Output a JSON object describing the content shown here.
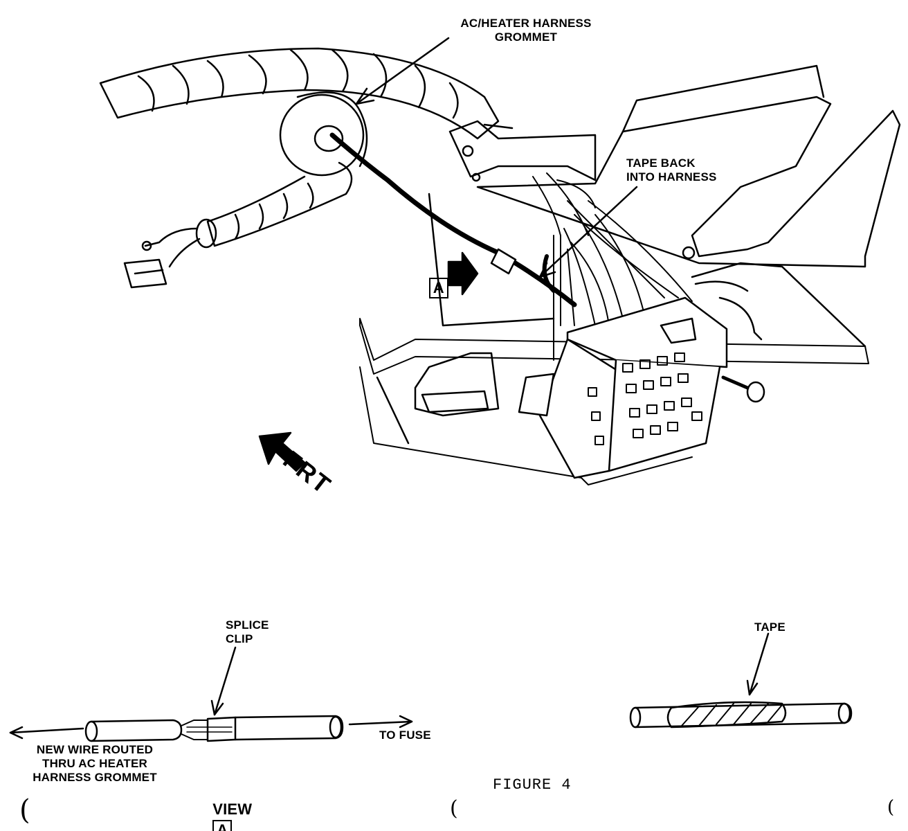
{
  "labels": {
    "grommet": "AC/HEATER HARNESS\nGROMMET",
    "tape_back": "TAPE BACK\nINTO HARNESS",
    "view_a_marker": "A",
    "frt": "FRT",
    "splice_clip": "SPLICE\nCLIP",
    "tape": "TAPE",
    "to_fuse": "TO FUSE",
    "new_wire": "NEW WIRE ROUTED\nTHRU AC HEATER\nHARNESS GROMMET",
    "view_word": "VIEW",
    "view_letter": "A",
    "figure": "FIGURE 4"
  },
  "colors": {
    "ink": "#000000",
    "paper": "#ffffff"
  }
}
